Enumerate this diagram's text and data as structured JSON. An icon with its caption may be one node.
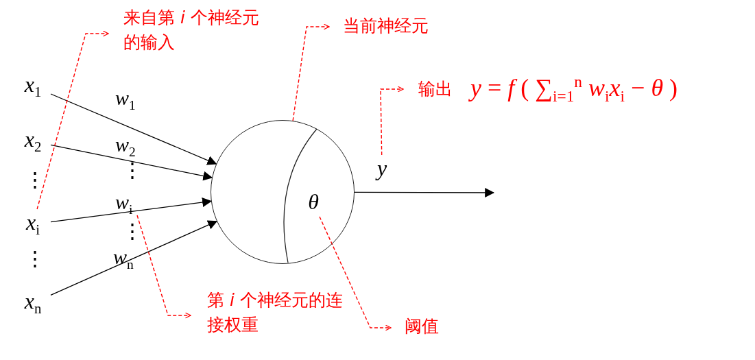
{
  "diagram": {
    "nodes": [
      {
        "text": [
          "*x*$_{1}$"
        ]
      },
      {
        "text": [
          "*x*$_{2}$"
        ]
      },
      {
        "text": [
          "*x*$_{i}$"
        ]
      },
      {
        "text": [
          "*x*$_{n}$"
        ]
      },
      {
        "text": [],
        "shape": "circle"
      },
      {
        "text": [
          "θ"
        ],
        "in": 4
      },
      {
        "text": [
          "y"
        ]
      },
      {
        "text": [
          "来自第 *i* 个神经元的输入"
        ]
      },
      {
        "text": [
          "当前神经元"
        ]
      },
      {
        "text": [
          "输出",
          "*y* = *f* ( ∑$_{i=1}$$^{n}$ *w*$_{i}$*x*$_{i}$ − *θ* )"
        ]
      },
      {
        "text": [
          "第 *i* 个神经元的连接权重"
        ]
      },
      {
        "text": [
          "阈值"
        ]
      }
    ],
    "edges": [
      {
        "from": 0,
        "to": 4,
        "arrow": "to",
        "label": "*w*$_{1}$"
      },
      {
        "from": 1,
        "to": 4,
        "arrow": "to",
        "label": "*w*$_{2}$"
      },
      {
        "from": 2,
        "to": 4,
        "arrow": "to",
        "label": "*w*$_{i}$"
      },
      {
        "from": 3,
        "to": 4,
        "arrow": "to",
        "label": "*w*$_{n}$"
      },
      {
        "from": 4,
        "to": null,
        "arrow": "to"
      },
      {
        "from": 2,
        "to": 7,
        "arrow": "to",
        "style": "dashed",
        "color": "#ff0000"
      },
      {
        "from": 4,
        "to": 8,
        "arrow": "to",
        "style": "dashed",
        "color": "#ff0000"
      },
      {
        "from": 6,
        "to": 9,
        "arrow": "to",
        "style": "dashed",
        "color": "#ff0000"
      },
      {
        "from": null,
        "to": 10,
        "arrow": "to",
        "style": "dashed",
        "color": "#ff0000"
      },
      {
        "from": 5,
        "to": 11,
        "arrow": "to",
        "style": "dashed",
        "color": "#ff0000"
      }
    ],
    "labels": [
      "⋮",
      "⋮",
      "⋮",
      "⋮"
    ]
  }
}
